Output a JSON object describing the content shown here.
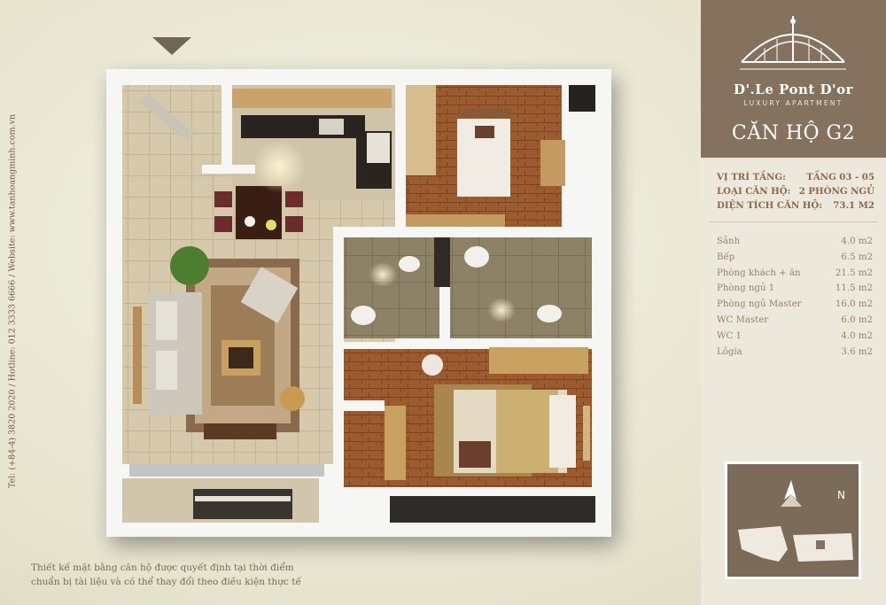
{
  "sidebar_contact": "Tel: (+84-4) 3820 2020 / Hotline: 012 3333 6666 / Website: www.tanhoangminh.com.vn",
  "footnote": {
    "line1": "Thiết kế mặt bằng căn hộ được quyết định tại thời điểm",
    "line2": "chuẩn bị tài liệu và có thể thay đổi theo điều kiện thực tế"
  },
  "brand": {
    "name": "D'.Le Pont D'or",
    "subtitle": "LUXURY APARTMENT"
  },
  "unit_title": "CĂN HỘ G2",
  "info": [
    {
      "label": "VỊ TRÍ TẦNG:",
      "value": "TẦNG 03 - 05"
    },
    {
      "label": "LOẠI CĂN HỘ:",
      "value": "2 PHÒNG NGỦ"
    },
    {
      "label": "DIỆN TÍCH CĂN HỘ:",
      "value": "73.1 M2"
    }
  ],
  "areas": [
    {
      "room": "Sảnh",
      "area": "4.0 m2"
    },
    {
      "room": "Bếp",
      "area": "6.5 m2"
    },
    {
      "room": "Phòng khách + ăn",
      "area": "21.5 m2"
    },
    {
      "room": "Phòng ngủ 1",
      "area": "11.5 m2"
    },
    {
      "room": "Phòng ngủ Master",
      "area": "16.0 m2"
    },
    {
      "room": "WC Master",
      "area": "6.0 m2"
    },
    {
      "room": "WC 1",
      "area": "4.0 m2"
    },
    {
      "room": "Lôgia",
      "area": "3.6 m2"
    }
  ],
  "compass_label": "N",
  "colors": {
    "brand_brown": "#84725f",
    "wood_floor": "#9a5a2e",
    "tile_floor": "#d8ccb0",
    "text_brown": "#8a6a4a"
  },
  "icons": {
    "entry": "triangle-down-arrow",
    "compass": "compass-star-icon"
  }
}
